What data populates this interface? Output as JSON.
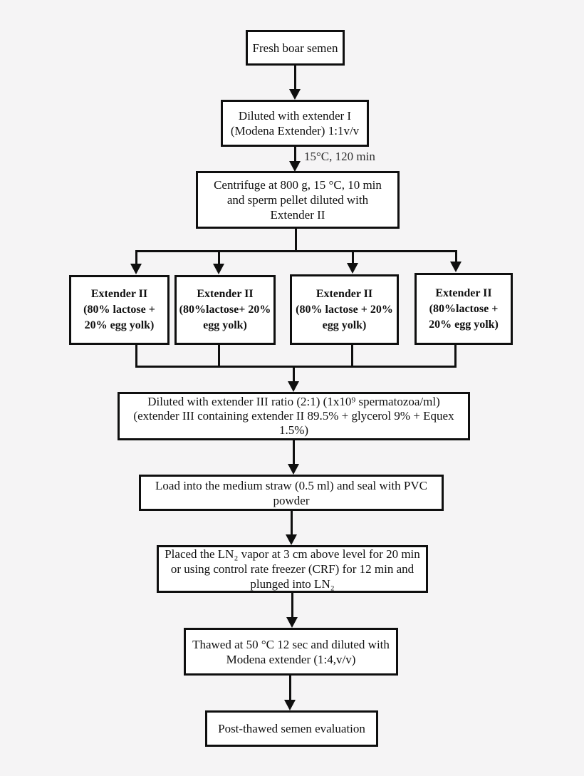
{
  "page": {
    "background_color": "#f5f4f5",
    "box_fill_color": "#ffffff",
    "line_color": "#0f0f0f",
    "text_color": "#111111"
  },
  "edge_label": "15°C, 120 min",
  "nodes": {
    "fresh": {
      "line1": "Fresh boar semen"
    },
    "ext1": {
      "line1": "Diluted with extender I",
      "line2": "(Modena Extender) 1:1v/v"
    },
    "centrifuge": {
      "line1": "Centrifuge at 800 g, 15 °C, 10 min",
      "line2": "and sperm pellet diluted with",
      "line3": "Extender II"
    },
    "ext2a": {
      "line1": "Extender II",
      "line2": "(80% lactose +",
      "line3": "20% egg yolk)"
    },
    "ext2b": {
      "line1": "Extender II",
      "line2": "(80%lactose+ 20%",
      "line3": "egg yolk)"
    },
    "ext2c": {
      "line1": "Extender II",
      "line2": "(80% lactose + 20%",
      "line3": "egg yolk)"
    },
    "ext2d": {
      "line1": "Extender II",
      "line2": "(80%lactose +",
      "line3": "20% egg yolk)"
    },
    "ext3": {
      "line1": "Diluted with extender III ratio (2:1) (1x10⁹ spermatozoa/ml)",
      "line2": "(extender III containing extender II 89.5% + glycerol 9% + Equex",
      "line3": "1.5%)"
    },
    "load": {
      "line1": "Load into the medium straw (0.5 ml) and seal with PVC",
      "line2": "powder"
    },
    "ln2": {
      "line1": "Placed the LN₂ vapor at 3 cm above level for 20 min",
      "line2": "or using control rate freezer (CRF) for 12 min and",
      "line3": "plunged into LN₂"
    },
    "thawed": {
      "line1": "Thawed at 50 °C 12 sec and diluted with",
      "line2": "Modena extender (1:4,v/v)"
    },
    "post": {
      "line1": "Post-thawed semen evaluation"
    }
  }
}
